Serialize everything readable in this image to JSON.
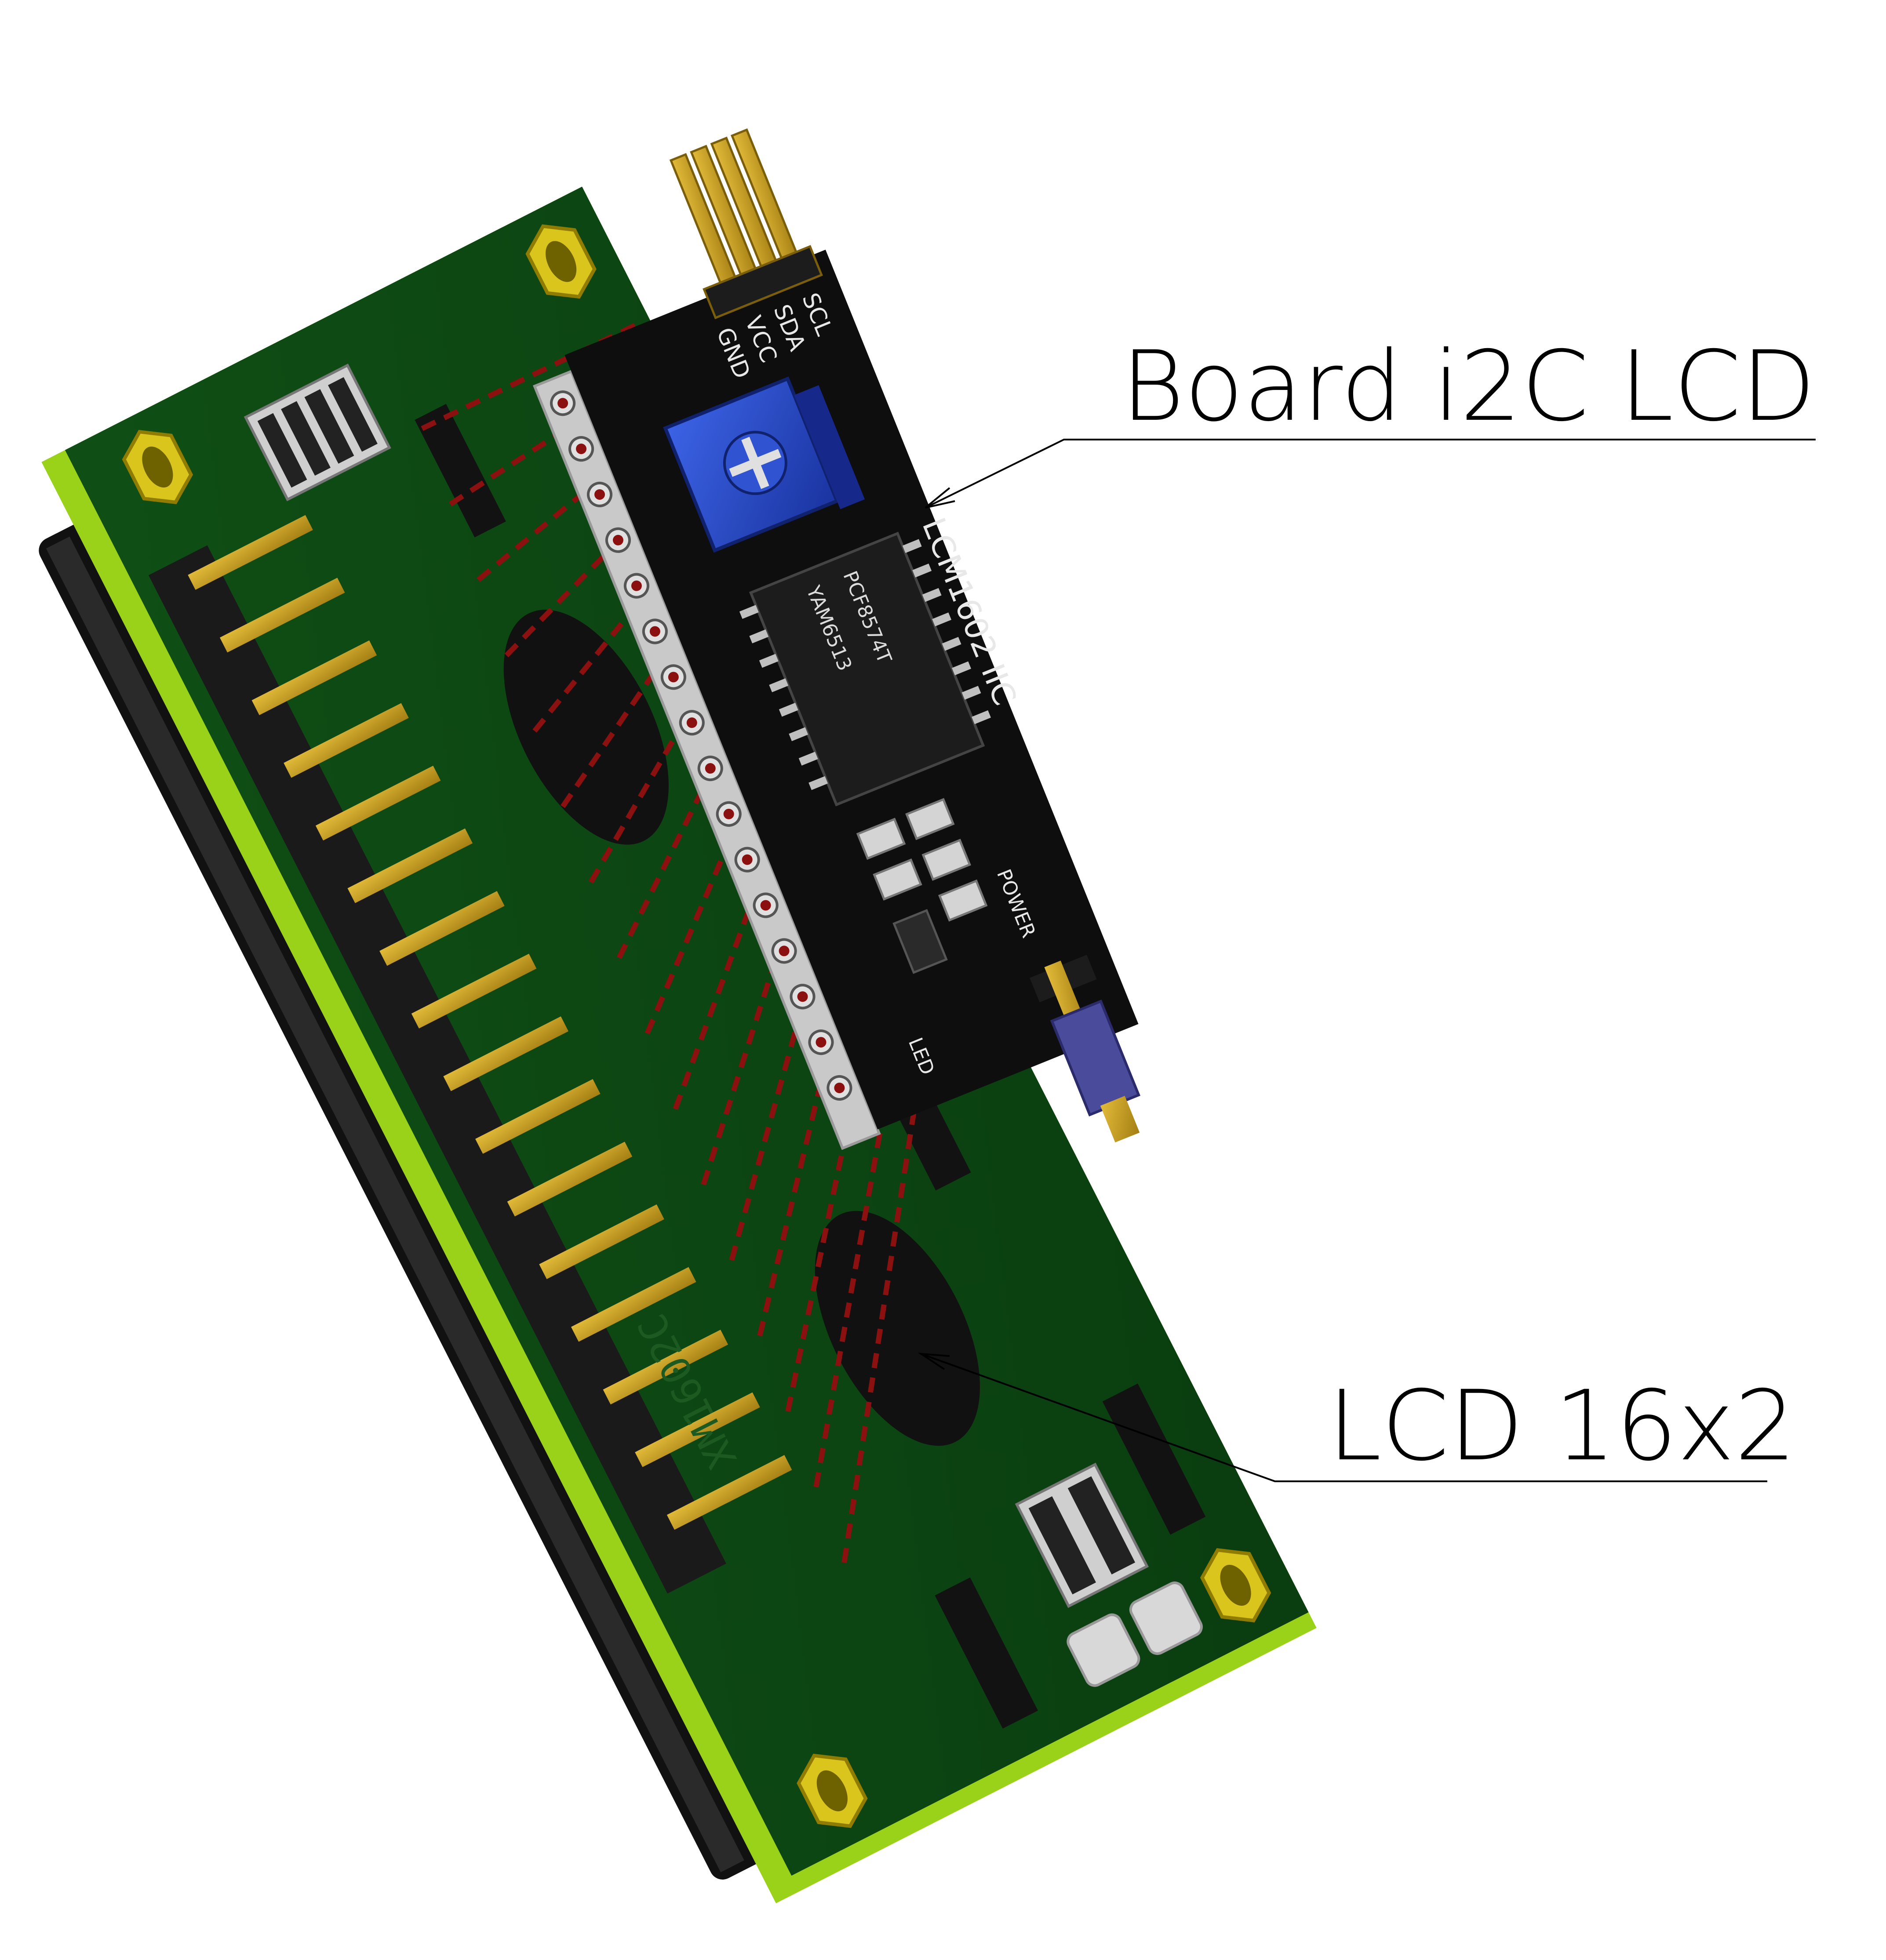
{
  "callouts": {
    "i2c_board": "Board i2C LCD",
    "lcd": "LCD 16x2"
  },
  "i2c_board": {
    "pin_labels": [
      "GND",
      "VCC",
      "SDA",
      "SCL"
    ],
    "chip_marking_1": "YAM6513",
    "chip_marking_2": "PCF8574T",
    "board_marking": "LCM1602 IIC",
    "power_label": "POWER",
    "led_label": "LED"
  },
  "lcd_module": {
    "board_marking": "XM1602C"
  },
  "colors": {
    "pcb_green": "#0d4a12",
    "pcb_edge": "#9ad21a",
    "i2c_pcb": "#0e0e0e",
    "potentiometer": "#2347c9",
    "gold_pin": "#c9a021",
    "dashed_link": "#8b1010",
    "jumper": "#4b4b9c"
  }
}
